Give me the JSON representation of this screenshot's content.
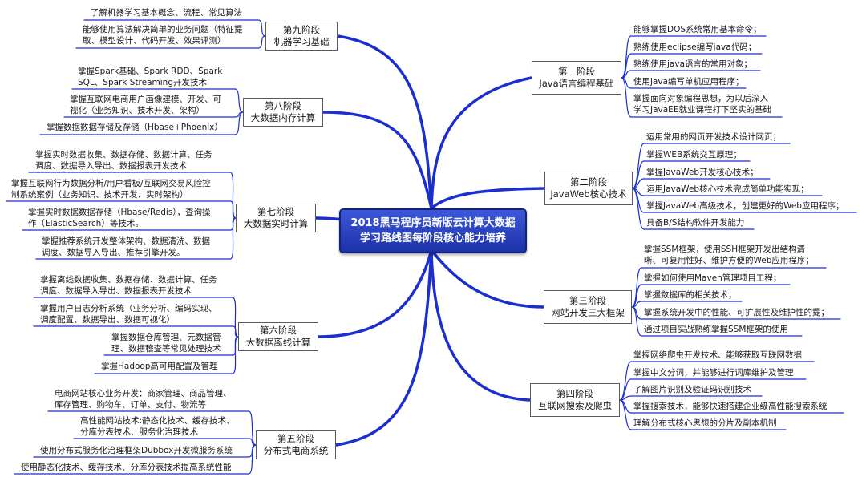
{
  "colors": {
    "line": "#1b2fd0",
    "center": "#2b45c8",
    "stage_border": "#555a66"
  },
  "center": {
    "line1": "2018黑马程序员新版云计算大数据",
    "line2": "学习路线图每阶段核心能力培养"
  },
  "right_stages": [
    {
      "name": "第一阶段",
      "title": "Java语言编程基础",
      "items": [
        [
          "能够掌握DOS系统常用基本命令；"
        ],
        [
          "熟练使用eclipse编写java代码；"
        ],
        [
          "熟练使用java语言的常用对象；"
        ],
        [
          "使用java编写单机应用程序；"
        ],
        [
          "掌握面向对象编程思想，为以后深入",
          "学习JavaEE就业课程打下坚实的基础"
        ]
      ]
    },
    {
      "name": "第二阶段",
      "title": "JavaWeb核心技术",
      "items": [
        [
          "运用常用的网页开发技术设计网页；"
        ],
        [
          "掌握WEB系统交互原理；"
        ],
        [
          "掌握JavaWeb开发核心技术；"
        ],
        [
          "运用JavaWeb核心技术完成简单功能实现；"
        ],
        [
          "掌握JavaWeb高级技术，创建更好的Web应用程序；"
        ],
        [
          "具备B/S结构软件开发能力"
        ]
      ]
    },
    {
      "name": "第三阶段",
      "title": "网站开发三大框架",
      "items": [
        [
          "掌握SSM框架，使用SSH框架开发出结构清",
          "晰、可复用性好、维护方便的Web应用程序；"
        ],
        [
          "掌握如何使用Maven管理项目工程；"
        ],
        [
          "掌握数据库的相关技术；"
        ],
        [
          "掌握系统开发中的性能、可扩展性及维护性的提；"
        ],
        [
          "通过项目实战熟练掌握SSM框架的使用"
        ]
      ]
    },
    {
      "name": "第四阶段",
      "title": "互联网搜索及爬虫",
      "items": [
        [
          "掌握网络爬虫开发技术、能够获取互联网数据"
        ],
        [
          "掌握中文分词，并能够进行词库维护及管理"
        ],
        [
          "了解图片识别及验证码识别技术"
        ],
        [
          "掌握搜索技术，能够快速搭建企业级高性能搜索系统"
        ],
        [
          "理解分布式核心思想的分片及副本机制"
        ]
      ]
    }
  ],
  "left_stages": [
    {
      "name": "第九阶段",
      "title": "机器学习基础",
      "items": [
        [
          "了解机器学习基本概念、流程、常见算法"
        ],
        [
          "能够使用算法解决简单的业务问题（特征提",
          "取、模型设计、代码开发、效果评测）"
        ]
      ]
    },
    {
      "name": "第八阶段",
      "title": "大数据内存计算",
      "items": [
        [
          "掌握Spark基础、Spark RDD、Spark",
          "SQL、Spark Streaming开发技术"
        ],
        [
          "掌握互联网电商用户画像建模、开发、可",
          "视化（业务知识、技术开发、架构）"
        ],
        [
          "掌握数据数据存储及存储（Hbase+Phoenix）"
        ]
      ]
    },
    {
      "name": "第七阶段",
      "title": "大数据实时计算",
      "items": [
        [
          "掌握实时数据收集、数据存储、数据计算、任务",
          "调度、数据导入导出、数据报表开发技术"
        ],
        [
          "掌握互联网行为数据分析/用户看板/互联网交易风险控",
          "制系统案例（业务知识、技术开发、实时架构）"
        ],
        [
          "掌握实时数据数据存储（Hbase/Redis），查询操",
          "作（ElasticSearch）等技术。"
        ],
        [
          "掌握推荐系统开发整体架构、数据清洗、数据",
          "调度、数据导入导出、推荐引擎开发。"
        ]
      ]
    },
    {
      "name": "第六阶段",
      "title": "大数据离线计算",
      "items": [
        [
          "掌握离线数据收集、数据存储、数据计算、任务",
          "调度、数据导入导出、数据报表开发技术"
        ],
        [
          "掌握用户日志分析系统（业务分析、编码实现、",
          "调度配置、数据导出、数据可视化）"
        ],
        [
          "掌握数据仓库管理、元数据管",
          "理、数据稽查等常见处理技术"
        ],
        [
          "掌握Hadoop高可用配置及管理"
        ]
      ]
    },
    {
      "name": "第五阶段",
      "title": "分布式电商系统",
      "items": [
        [
          "电商网站核心业务开发：商家管理、商品管理、",
          "库存管理、购物车、订单、支付、物流等"
        ],
        [
          "高性能网站技术:静态化技术、缓存技术、",
          "分库分表技术、服务化治理技术"
        ],
        [
          "使用分布式服务化治理框架Dubbox开发微服务系统"
        ],
        [
          "使用静态化技术、缓存技术、分库分表技术提高系统性能"
        ]
      ]
    }
  ]
}
